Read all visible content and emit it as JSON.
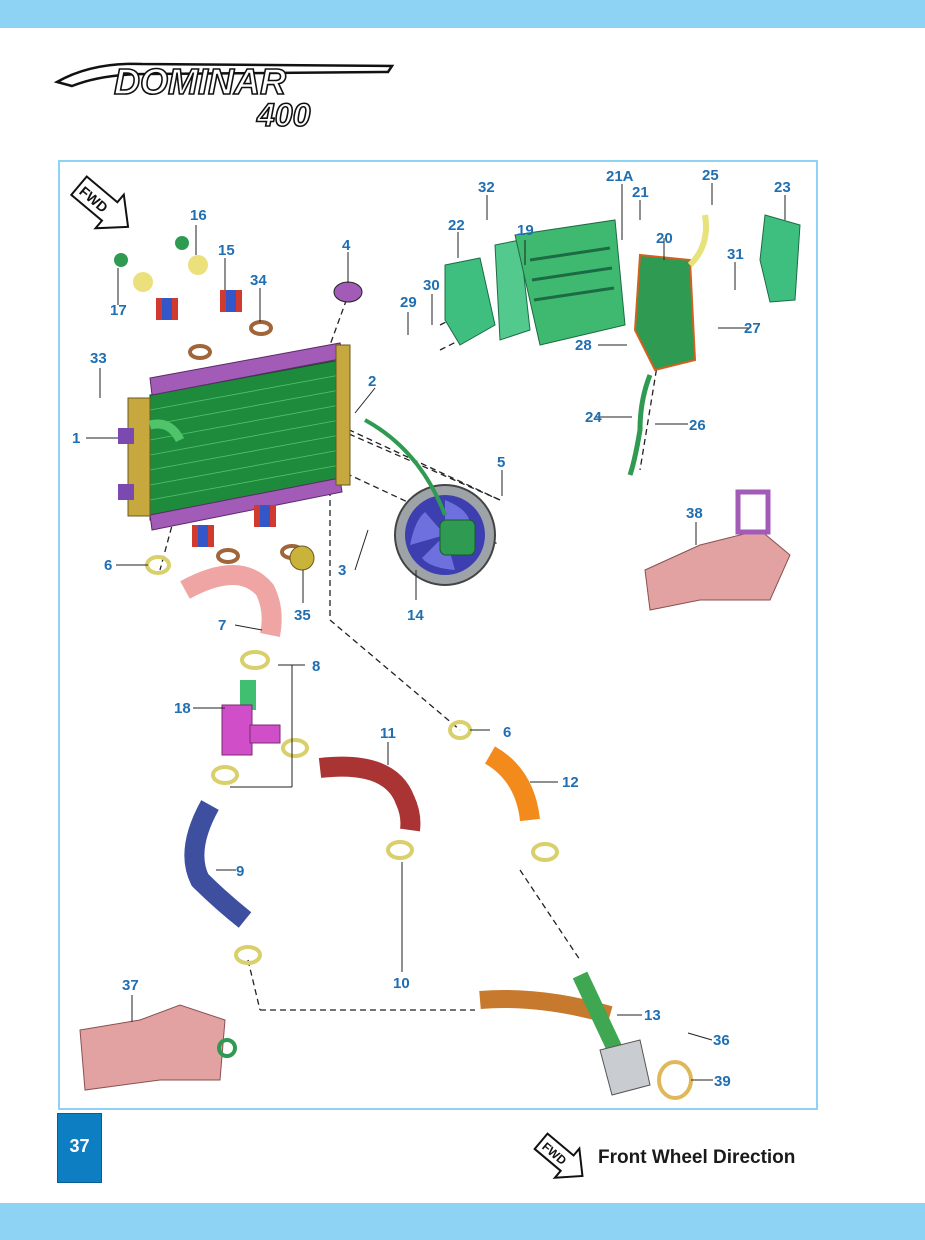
{
  "logo": {
    "model": "DOMINAR",
    "variant": "400"
  },
  "fwd_badge": "FWD",
  "labels": [
    "1",
    "2",
    "3",
    "4",
    "5",
    "6",
    "6",
    "7",
    "8",
    "9",
    "10",
    "11",
    "12",
    "13",
    "14",
    "15",
    "16",
    "17",
    "18",
    "19",
    "20",
    "21",
    "21A",
    "22",
    "23",
    "24",
    "25",
    "26",
    "27",
    "28",
    "29",
    "30",
    "31",
    "32",
    "33",
    "34",
    "35",
    "36",
    "37",
    "38",
    "39"
  ],
  "page_number": "37",
  "legend": {
    "icon_text": "FWD",
    "text": "Front Wheel Direction"
  },
  "colors": {
    "label": "#1f6fb2",
    "band": "#8fd3f4",
    "page_box": "#0e7ec3"
  }
}
